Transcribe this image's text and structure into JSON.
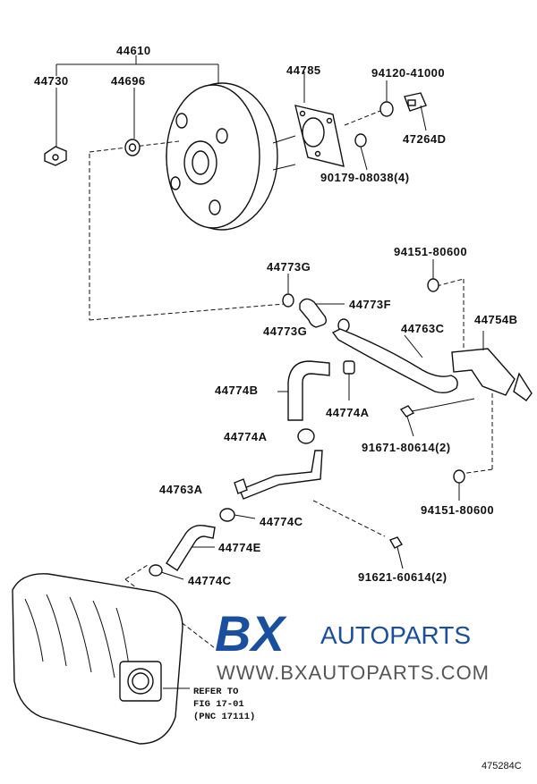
{
  "parts": [
    "44610",
    "44730",
    "44696",
    "44785",
    "94120-41000",
    "47264D",
    "90179-08038(4)",
    "94151-80600",
    "44773G",
    "44773F",
    "44773G",
    "44763C",
    "44754B",
    "44774B",
    "44774A",
    "44774A",
    "91671-80614(2)",
    "44763A",
    "44774C",
    "44774E",
    "44774C",
    "94151-80600",
    "91621-60614(2)"
  ],
  "reference": {
    "line1": "REFER TO",
    "line2": "FIG 17-01",
    "line3": "(PNC 17111)"
  },
  "watermark": {
    "brand_bx": "BX",
    "brand_rest": "AUTOPARTS",
    "url": "WWW.BXAUTOPARTS.COM",
    "colors": {
      "blue": "#1a4fa0",
      "red": "#e8222b",
      "grey": "#555555"
    }
  },
  "figure_code": "475284C"
}
